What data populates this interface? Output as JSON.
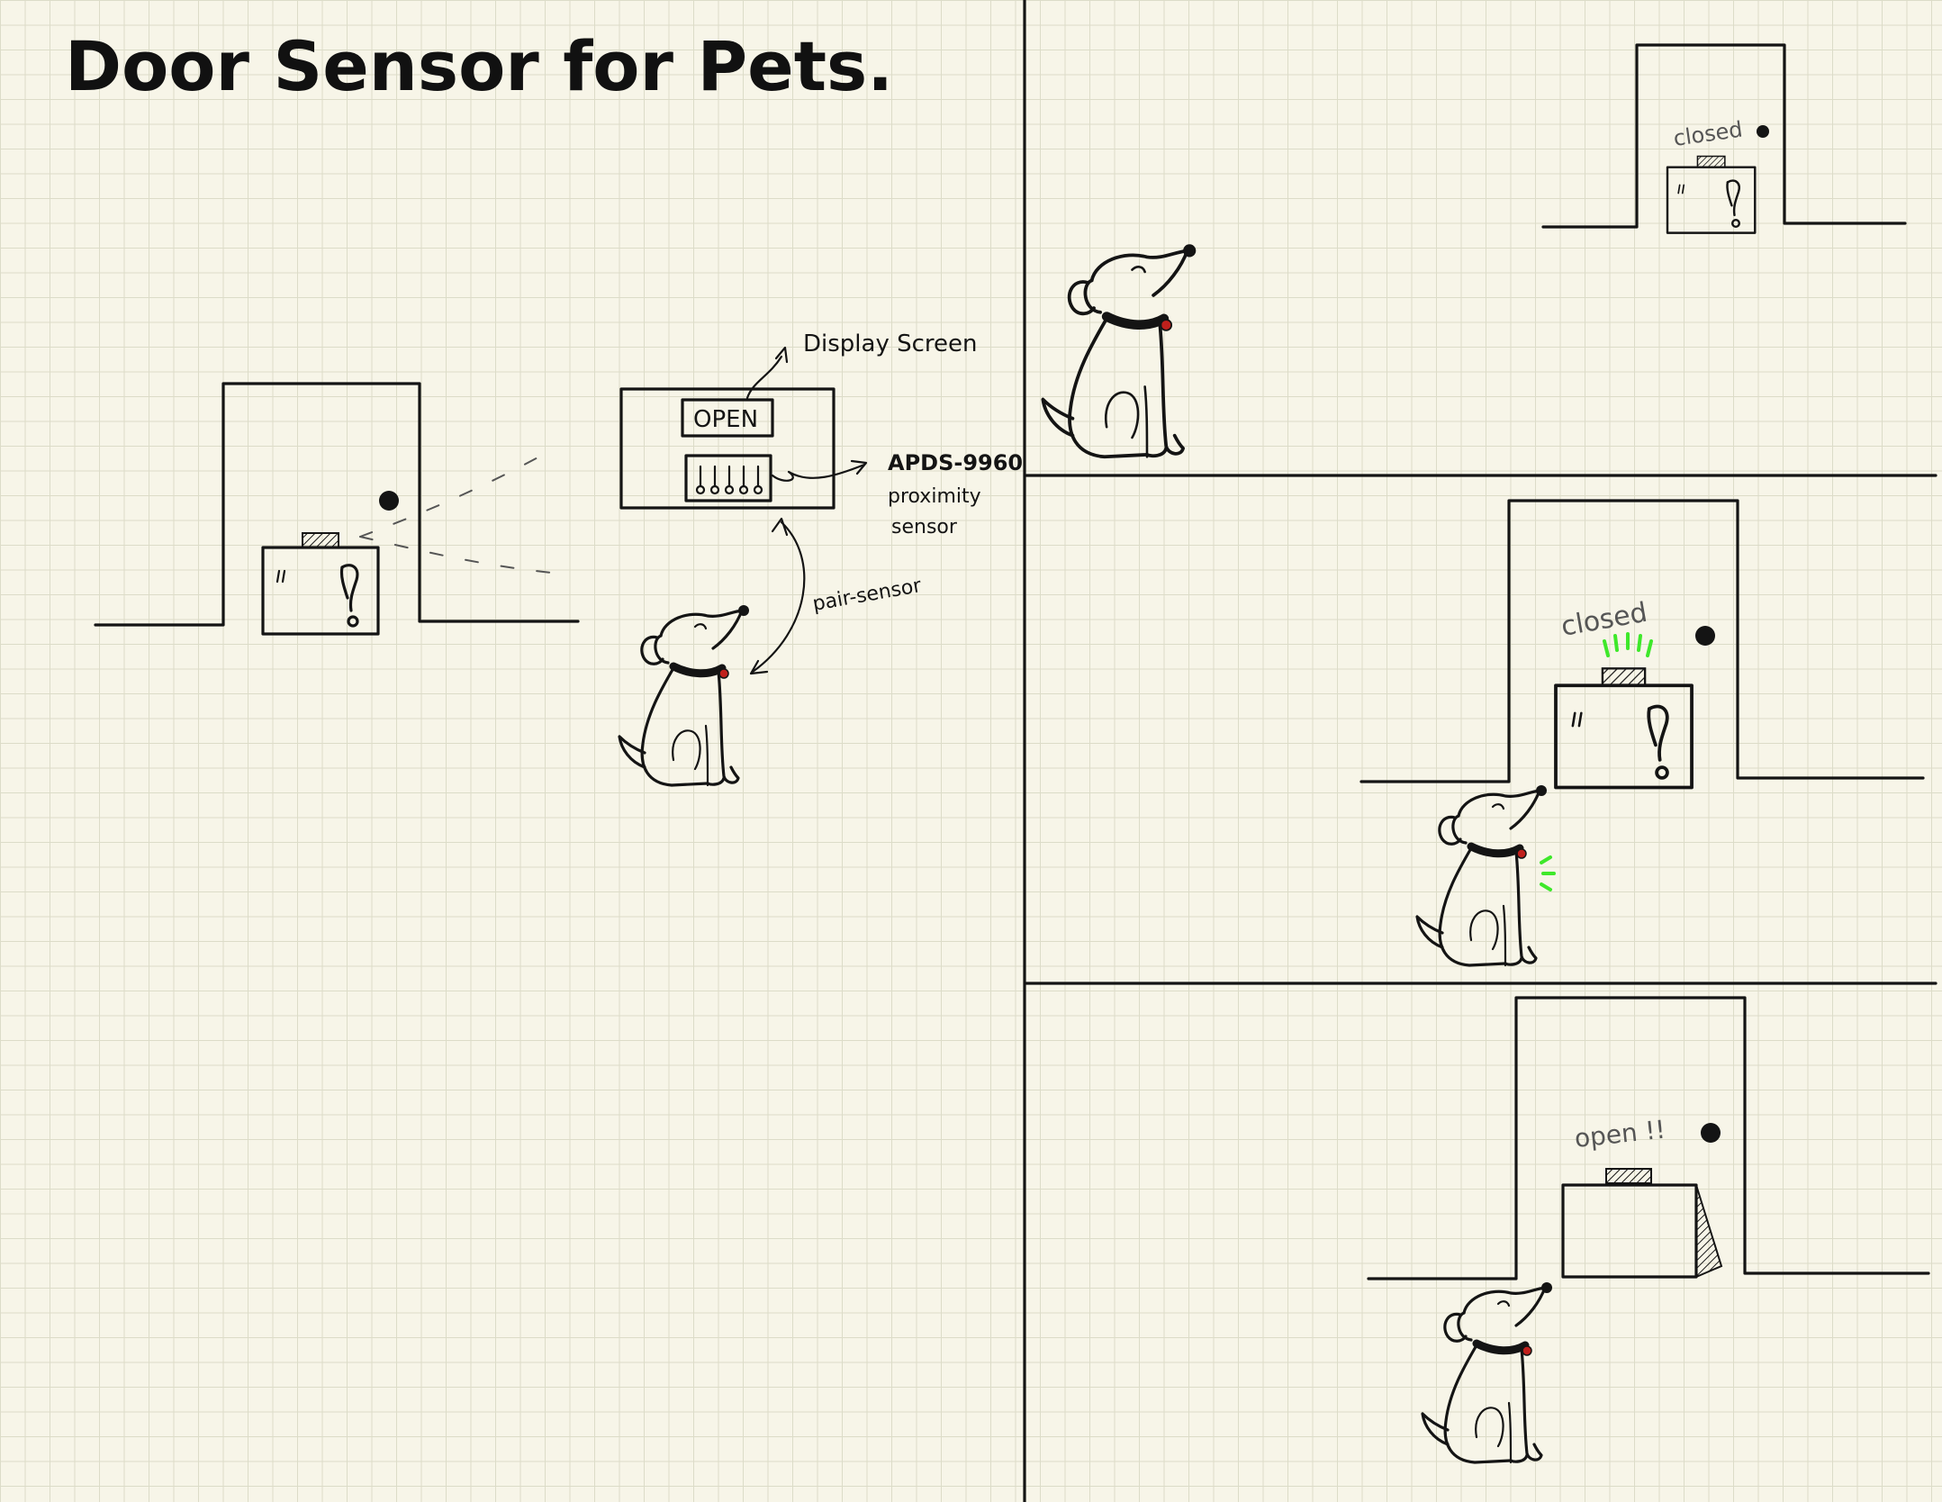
{
  "title": "Door Sensor for Pets.",
  "labels": {
    "display_screen": "Display Screen",
    "sensor_name": "APDS-9960",
    "sensor_desc_1": "proximity",
    "sensor_desc_2": "sensor",
    "pair": "pair-sensor",
    "screen_open": "OPEN"
  },
  "panels": {
    "panel1_state": "closed",
    "panel2_state": "closed",
    "panel3_state": "open !!"
  },
  "colors": {
    "ink": "#141414",
    "paper": "#f7f5e8",
    "grid": "#dcdcc8",
    "glow": "#3ee82a",
    "collar_tag": "#c0201c"
  }
}
